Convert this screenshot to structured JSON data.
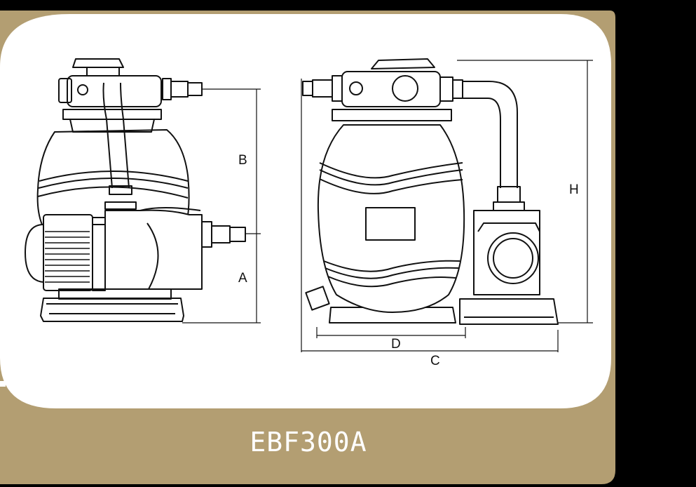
{
  "colors": {
    "frame": "#b39e72",
    "panel": "#ffffff",
    "line": "#111111",
    "title_text": "#ffffff"
  },
  "dimensions": {
    "A": "A",
    "B": "B",
    "C": "C",
    "D": "D",
    "H": "H"
  },
  "model": "EBF300A"
}
